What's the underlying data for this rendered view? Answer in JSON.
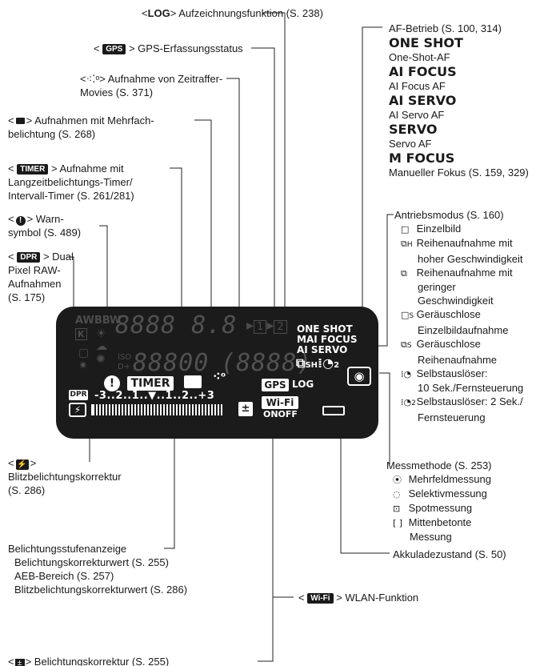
{
  "top": {
    "log": {
      "tag": "LOG",
      "text": "> Aufzeichnungsfunktion (S. 238)"
    },
    "gps": {
      "tag": "GPS",
      "text": "> GPS-Erfassungsstatus"
    },
    "timelapse": {
      "line1": "> Aufnahme von Zeitraffer-",
      "line2": "Movies (S. 371)"
    },
    "multi": {
      "line1": "> Aufnahmen mit Mehrfach-",
      "line2": "belichtung (S. 268)"
    },
    "timer": {
      "tag": "TIMER",
      "line1": "> Aufnahme mit",
      "line2": "Langzeitbelichtungs-Timer/",
      "line3": "Intervall-Timer (S. 261/281)"
    },
    "warn": {
      "line1": "> Warn-",
      "line2": "symbol (S. 489)"
    },
    "dpr": {
      "tag": "DPR",
      "line1": "> Dual",
      "line2": "Pixel RAW-",
      "line3": "Aufnahmen",
      "line4": "(S. 175)"
    }
  },
  "af": {
    "title": "AF-Betrieb (S. 100, 314)",
    "items": [
      {
        "name": "ONE SHOT",
        "desc": "One-Shot-AF"
      },
      {
        "name": "AI FOCUS",
        "desc": "AI Focus AF"
      },
      {
        "name": "AI SERVO",
        "desc": "AI Servo AF"
      },
      {
        "name": "SERVO",
        "desc": "Servo AF"
      },
      {
        "name": "M FOCUS",
        "desc": "Manueller Fokus (S. 159, 329)"
      }
    ]
  },
  "drive": {
    "title": "Antriebsmodus (S. 160)",
    "items": [
      {
        "icon": "single-frame-icon",
        "lines": [
          "Einzelbild"
        ]
      },
      {
        "icon": "high-speed-continuous-icon",
        "lines": [
          "Reihenaufnahme mit",
          "hoher Geschwindigkeit"
        ]
      },
      {
        "icon": "low-speed-continuous-icon",
        "lines": [
          "Reihenaufnahme mit",
          "geringer",
          "Geschwindigkeit"
        ]
      },
      {
        "icon": "silent-single-icon",
        "lines": [
          "Geräuschlose",
          "Einzelbildaufnahme"
        ]
      },
      {
        "icon": "silent-continuous-icon",
        "lines": [
          "Geräuschlose",
          "Reihenaufnahme"
        ]
      },
      {
        "icon": "self-timer-10s-icon",
        "lines": [
          "Selbstauslöser:",
          "10 Sek./Fernsteuerung"
        ]
      },
      {
        "icon": "self-timer-2s-icon",
        "lines": [
          "Selbstauslöser: 2 Sek./",
          "Fernsteuerung"
        ]
      }
    ]
  },
  "metering": {
    "title": "Messmethode (S. 253)",
    "items": [
      {
        "icon": "evaluative-metering-icon",
        "lines": [
          "Mehrfeldmessung"
        ]
      },
      {
        "icon": "partial-metering-icon",
        "lines": [
          "Selektivmessung"
        ]
      },
      {
        "icon": "spot-metering-icon",
        "lines": [
          "Spotmessung"
        ]
      },
      {
        "icon": "center-weighted-metering-icon",
        "lines": [
          "Mittenbetonte",
          "Messung"
        ]
      }
    ]
  },
  "bottom": {
    "flash": {
      "line1": "Blitzbelichtungskorrektur",
      "line2": "(S. 286)"
    },
    "level": {
      "title": "Belichtungsstufenanzeige",
      "l1": "Belichtungskorrekturwert (S. 255)",
      "l2": "AEB-Bereich (S. 257)",
      "l3": "Blitzbelichtungskorrekturwert (S. 286)"
    },
    "battery": "Akkuladezustand (S. 50)",
    "wifi": {
      "tag": "Wi-Fi",
      "text": "> WLAN-Funktion"
    },
    "expcomp": "> Belichtungskorrektur (S. 255)"
  },
  "lcd": {
    "digits_top": "8888 8.8",
    "digits_bottom": "88800",
    "digits_frame": "8888",
    "iso": "ISO",
    "dplus": "D+",
    "af1": "ONE SHOT",
    "af2": "MAI FOCUS",
    "af3": "AI SERVO",
    "timer": "TIMER",
    "gps": "GPS",
    "log": "LOG",
    "wifi": "Wi-Fi",
    "onoff": "ONOFF",
    "dpr": "DPR",
    "scale": "-3..2..1..▼..1..2..+3",
    "awb": "AWB",
    "bw": "BW",
    "k": "K",
    "one": "1",
    "two": "2"
  }
}
